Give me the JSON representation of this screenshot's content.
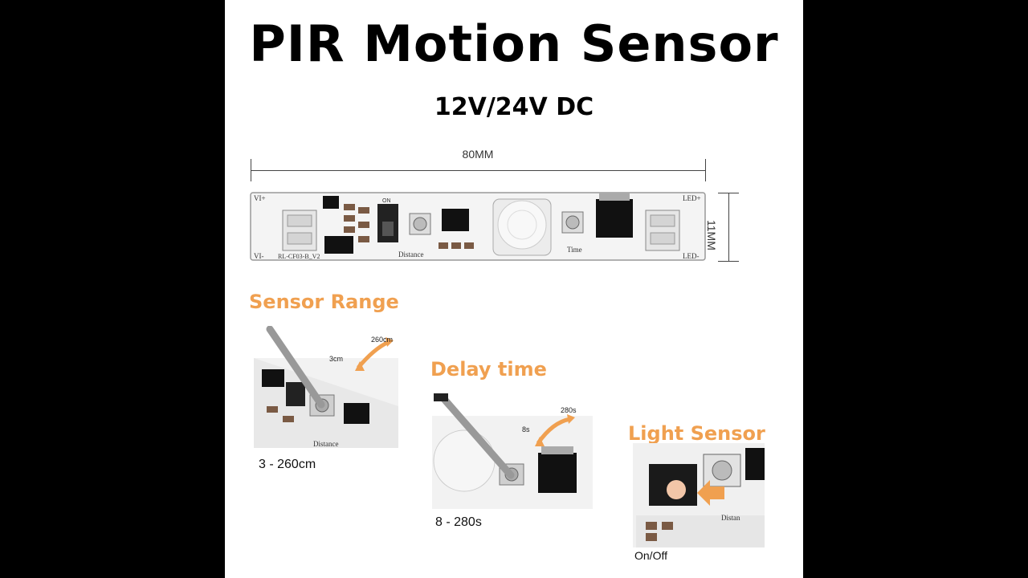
{
  "title": "PIR Motion Sensor",
  "voltage": "12V/24V DC",
  "dimensions": {
    "length": "80MM",
    "width": "11MM"
  },
  "board": {
    "silk_top_left": "VI+",
    "silk_bottom_left": "VI-",
    "silk_model": "RL-CF03-B_V2",
    "silk_distance": "Distance",
    "silk_time": "Time",
    "silk_led_plus": "LED+",
    "silk_led_minus": "LED-",
    "silk_on": "ON"
  },
  "sensor_range": {
    "label": "Sensor Range",
    "min": "3cm",
    "max": "260cm",
    "range": "3 - 260cm"
  },
  "delay_time": {
    "label": "Delay time",
    "min": "8s",
    "max": "280s",
    "range": "8 - 280s"
  },
  "light_sensor": {
    "label": "Light Sensor",
    "state": "On/Off"
  },
  "colors": {
    "accent": "#f0a050",
    "board": "#f4f4f4",
    "panel": "#ffffff",
    "frame": "#000000"
  }
}
